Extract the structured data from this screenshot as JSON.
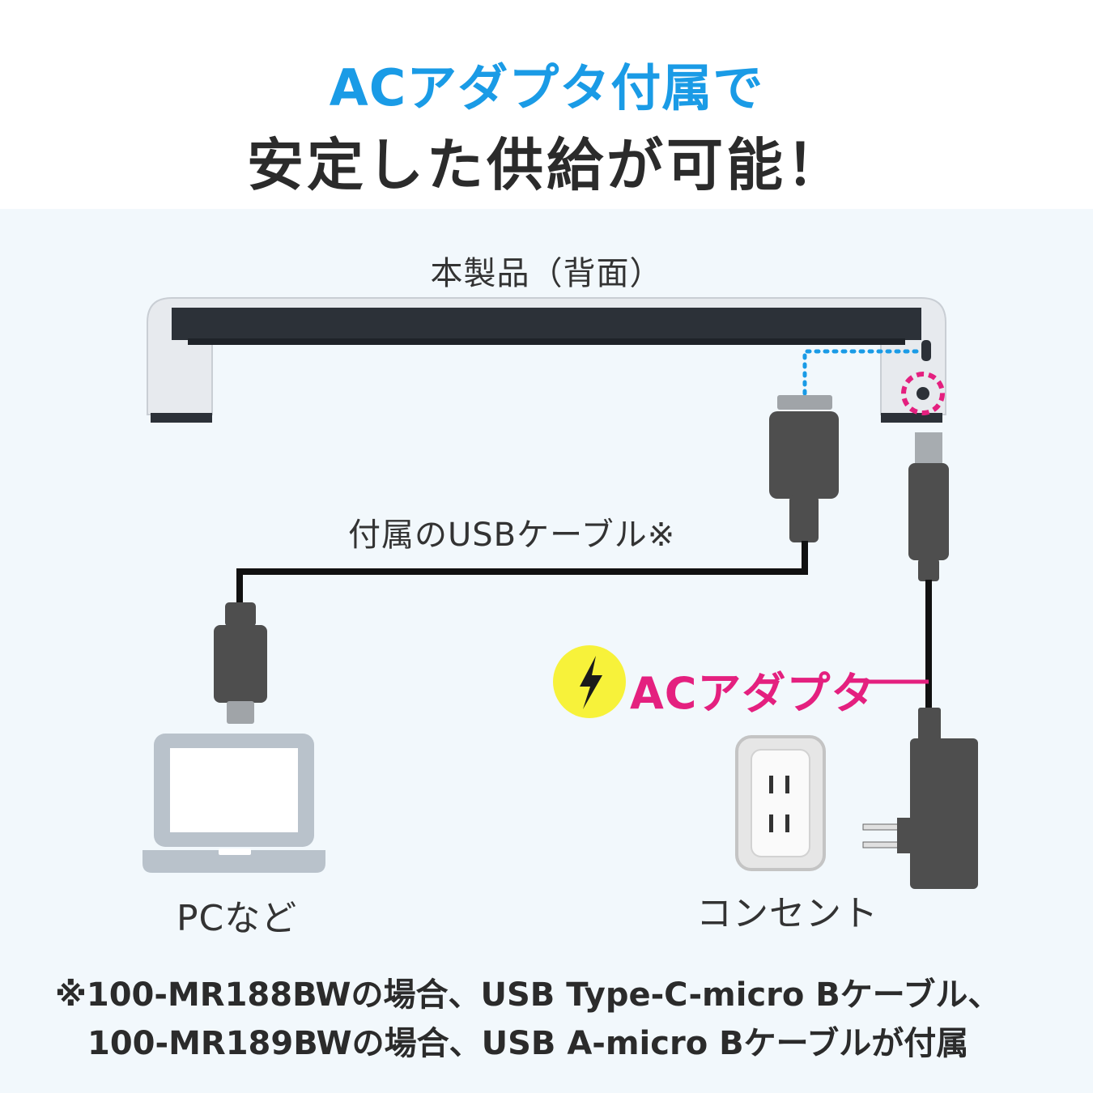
{
  "heading": {
    "line1": "ACアダプタ付属で",
    "line2": "安定した供給が可能！"
  },
  "labels": {
    "product": "本製品（背面）",
    "usb_cable": "付属のUSBケーブル※",
    "ac_adapter": "ACアダプタ",
    "pc": "PCなど",
    "outlet": "コンセント"
  },
  "notes": [
    "※100-MR188BWの場合、USB Type-C-micro Bケーブル、",
    "100-MR189BWの場合、USB A-micro Bケーブルが付属"
  ],
  "icons": {
    "power": "lightning-icon",
    "laptop": "laptop-icon",
    "outlet": "power-outlet-icon"
  },
  "colors": {
    "heading_accent": "#1a9be6",
    "ac_label": "#e4207f",
    "power_badge": "#f7f23a",
    "port_highlight": "#e4207f",
    "usb_path": "#1a9be6",
    "panel_bg": "#f2f8fc"
  }
}
